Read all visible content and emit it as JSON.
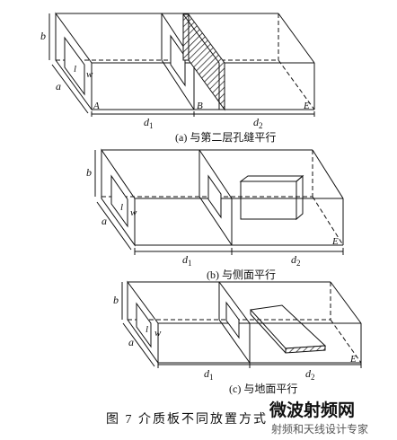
{
  "figure": {
    "caption": "图 7   介质板不同放置方式",
    "panel_a": {
      "caption": "(a) 与第二层孔缝平行",
      "labels": {
        "b": "b",
        "a": "a",
        "l": "l",
        "w": "w",
        "A": "A",
        "B": "B",
        "E": "E",
        "d1": "d1",
        "d2": "d2"
      }
    },
    "panel_b": {
      "caption": "(b) 与侧面平行",
      "labels": {
        "b": "b",
        "a": "a",
        "l": "l",
        "w": "w",
        "E": "E",
        "d1": "d1",
        "d2": "d2"
      }
    },
    "panel_c": {
      "caption": "(c) 与地面平行",
      "labels": {
        "b": "b",
        "a": "a",
        "l": "l",
        "w": "w",
        "E": "E",
        "d1": "d1",
        "d2": "d2"
      }
    }
  },
  "watermark": {
    "line1": "微波射频网",
    "line2": "射频和天线设计专家",
    "color_red": "#d8322e",
    "color_blue": "#2a6fb8"
  }
}
